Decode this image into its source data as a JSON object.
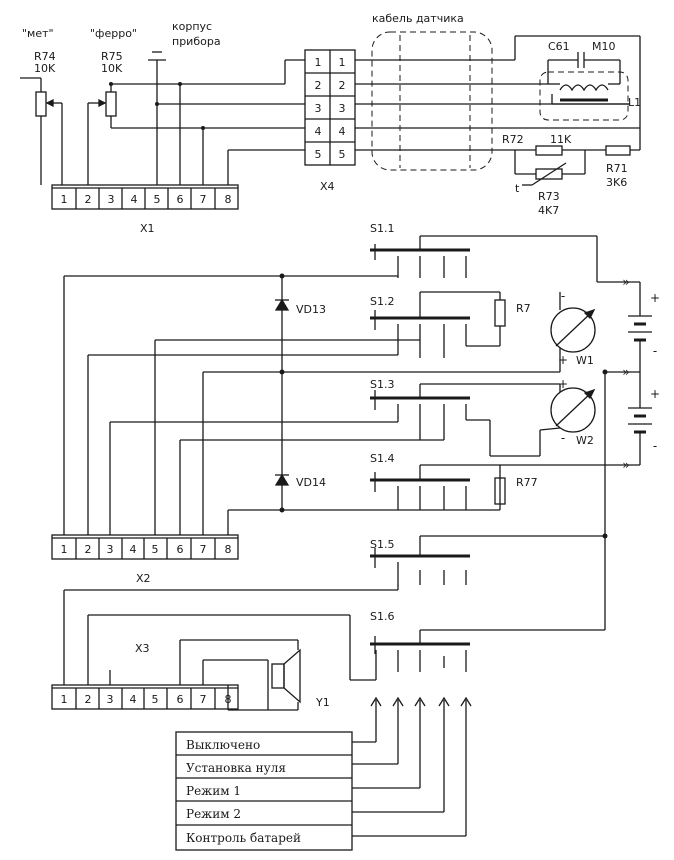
{
  "labels": {
    "met": "\"мет\"",
    "ferro": "\"ферро\"",
    "korpus1": "корпус",
    "korpus2": "прибора",
    "cable": "кабель датчика",
    "r74": "R74",
    "r74v": "10K",
    "r75": "R75",
    "r75v": "10K",
    "c61": "С61",
    "c61v": "М10",
    "l1": "L1",
    "r72": "R72",
    "r72v": "11K",
    "r71": "R71",
    "r71v": "3K6",
    "r73": "R73",
    "r73v": "4K7",
    "t": "t",
    "x1": "X1",
    "x2": "X2",
    "x3": "X3",
    "x4": "X4",
    "s11": "S1.1",
    "s12": "S1.2",
    "s13": "S1.3",
    "s14": "S1.4",
    "s15": "S1.5",
    "s16": "S1.6",
    "vd13": "VD13",
    "vd14": "VD14",
    "r7": "R7",
    "r77": "R77",
    "w1": "W1",
    "w2": "W2",
    "y1": "Y1"
  },
  "pins8": [
    "1",
    "2",
    "3",
    "4",
    "5",
    "6",
    "7",
    "8"
  ],
  "pins5": [
    "1",
    "2",
    "3",
    "4",
    "5"
  ],
  "modes": [
    "Выключено",
    "Установка нуля",
    "Режим 1",
    "Режим 2",
    "Контроль батарей"
  ]
}
